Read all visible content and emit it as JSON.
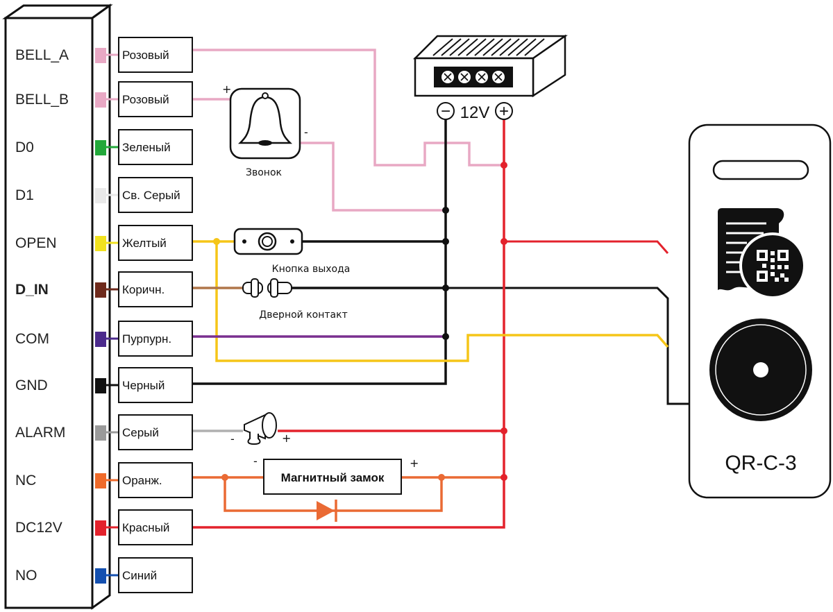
{
  "controller": {
    "pins": [
      {
        "label": "BELL_A",
        "wire_label": "Розовый",
        "wire_color": "#e8a8c4"
      },
      {
        "label": "BELL_B",
        "wire_label": "Розовый",
        "wire_color": "#e8a8c4"
      },
      {
        "label": "D0",
        "wire_label": "Зеленый",
        "wire_color": "#22a83a"
      },
      {
        "label": "D1",
        "wire_label": "Св. Серый",
        "wire_color": "#e9e9e9"
      },
      {
        "label": "OPEN",
        "wire_label": "Желтый",
        "wire_color": "#f1e21f"
      },
      {
        "label": "D_IN",
        "wire_label": "Коричн.",
        "wire_color": "#6e2a1c",
        "bold": true
      },
      {
        "label": "COM",
        "wire_label": "Пурпурн.",
        "wire_color": "#4b2a8c"
      },
      {
        "label": "GND",
        "wire_label": "Черный",
        "wire_color": "#111111"
      },
      {
        "label": "ALARM",
        "wire_label": "Серый",
        "wire_color": "#9a9a9a"
      },
      {
        "label": "NC",
        "wire_label": "Оранж.",
        "wire_color": "#ef6a2a"
      },
      {
        "label": "DC12V",
        "wire_label": "Красный",
        "wire_color": "#e3222c"
      },
      {
        "label": "NO",
        "wire_label": "Синий",
        "wire_color": "#1450b0"
      }
    ]
  },
  "power_supply": {
    "minus_sign": "−",
    "voltage": "12V",
    "plus_sign": "+"
  },
  "doorbell": {
    "label": "Звонок",
    "plus_sign": "+",
    "minus_sign": "-"
  },
  "exit_button": {
    "label": "Кнопка выхода"
  },
  "door_contact": {
    "label": "Дверной контакт"
  },
  "siren": {
    "minus_sign": "-",
    "plus_sign": "+"
  },
  "magnetic_lock": {
    "label": "Магнитный замок",
    "minus_sign": "-",
    "plus_sign": "+"
  },
  "reader": {
    "model": "QR-C-3"
  },
  "colors": {
    "pink": "#e8a8c4",
    "black": "#111111",
    "red": "#e3222c",
    "yellow": "#f5c518",
    "brown": "#b0764a",
    "purple": "#7a2f8f",
    "grey": "#b0b0b0",
    "orange": "#ea6a34"
  }
}
